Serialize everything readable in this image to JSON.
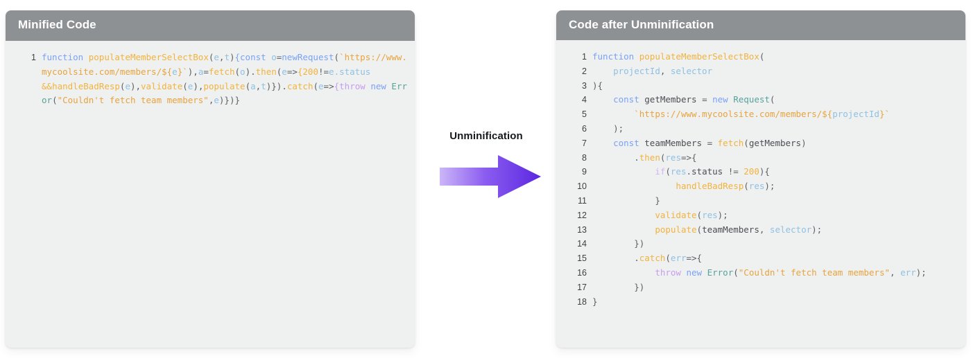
{
  "theme": {
    "panel_header_bg": "#8e9194",
    "panel_body_bg": "#eff0f0",
    "page_bg": "#ffffff",
    "arrow_gradient_from": "#cbb6f7",
    "arrow_gradient_to": "#5a28e0",
    "keyword_color": "#7aa2f7",
    "function_color": "#f2b33d",
    "string_color": "#e8a33d",
    "variable_color": "#8fc1e3",
    "class_color": "#56a39a",
    "throw_color": "#c69df1"
  },
  "left_panel": {
    "title": "Minified Code",
    "line_numbers": [
      "1"
    ],
    "code_plain": "function populateMemberSelectBox(e,t){const o=newRequest(`https://www.mycoolsite.com/members/${e}`),a=fetch(o).then(e=>{200!=e.status&&handleBadResp(e),validate(e),populate(a,t)}).catch(e=>{throw new Error(\"Couldn't fetch team members\",e)})}",
    "tokens": [
      {
        "t": "function",
        "c": "t-kw"
      },
      {
        "t": " ",
        "c": "t-punc"
      },
      {
        "t": "populateMemberSelectBox",
        "c": "t-fn"
      },
      {
        "t": "(",
        "c": "t-punc"
      },
      {
        "t": "e",
        "c": "t-var"
      },
      {
        "t": ",",
        "c": "t-punc"
      },
      {
        "t": "t",
        "c": "t-var"
      },
      {
        "t": ")",
        "c": "t-punc"
      },
      {
        "t": "{",
        "c": "t-kw"
      },
      {
        "t": "const",
        "c": "t-kw"
      },
      {
        "t": " ",
        "c": "t-punc"
      },
      {
        "t": "o",
        "c": "t-var"
      },
      {
        "t": "=",
        "c": "t-punc"
      },
      {
        "t": "newRequest",
        "c": "t-kw"
      },
      {
        "t": "(",
        "c": "t-punc"
      },
      {
        "t": "`https://www.mycoolsite.com/members/$",
        "c": "t-str"
      },
      {
        "t": "{",
        "c": "t-str"
      },
      {
        "t": "e",
        "c": "t-var"
      },
      {
        "t": "}",
        "c": "t-str"
      },
      {
        "t": "`",
        "c": "t-str"
      },
      {
        "t": ")",
        "c": "t-punc"
      },
      {
        "t": ",",
        "c": "t-punc"
      },
      {
        "t": "a",
        "c": "t-var"
      },
      {
        "t": "=",
        "c": "t-punc"
      },
      {
        "t": "fetch",
        "c": "t-fn"
      },
      {
        "t": "(",
        "c": "t-punc"
      },
      {
        "t": "o",
        "c": "t-var"
      },
      {
        "t": ")",
        "c": "t-punc"
      },
      {
        "t": ".",
        "c": "t-punc"
      },
      {
        "t": "then",
        "c": "t-fn"
      },
      {
        "t": "(",
        "c": "t-punc"
      },
      {
        "t": "e",
        "c": "t-var"
      },
      {
        "t": "=>",
        "c": "t-punc"
      },
      {
        "t": "{",
        "c": "t-num"
      },
      {
        "t": "200",
        "c": "t-num"
      },
      {
        "t": "!=",
        "c": "t-punc"
      },
      {
        "t": "e",
        "c": "t-var"
      },
      {
        "t": ".status",
        "c": "t-var"
      },
      {
        "t": "\n",
        "c": "t-punc"
      },
      {
        "t": "&&",
        "c": "t-fn"
      },
      {
        "t": "handleBadResp",
        "c": "t-fn"
      },
      {
        "t": "(",
        "c": "t-punc"
      },
      {
        "t": "e",
        "c": "t-var"
      },
      {
        "t": ")",
        "c": "t-punc"
      },
      {
        "t": ",",
        "c": "t-punc"
      },
      {
        "t": "validate",
        "c": "t-fn"
      },
      {
        "t": "(",
        "c": "t-punc"
      },
      {
        "t": "e",
        "c": "t-var"
      },
      {
        "t": ")",
        "c": "t-punc"
      },
      {
        "t": ",",
        "c": "t-punc"
      },
      {
        "t": "populate",
        "c": "t-fn"
      },
      {
        "t": "(",
        "c": "t-punc"
      },
      {
        "t": "a",
        "c": "t-var"
      },
      {
        "t": ",",
        "c": "t-punc"
      },
      {
        "t": "t",
        "c": "t-var"
      },
      {
        "t": ")}",
        "c": "t-punc"
      },
      {
        "t": ")",
        "c": "t-punc"
      },
      {
        "t": ".",
        "c": "t-punc"
      },
      {
        "t": "catch",
        "c": "t-fn"
      },
      {
        "t": "(",
        "c": "t-punc"
      },
      {
        "t": "e",
        "c": "t-var"
      },
      {
        "t": "=>",
        "c": "t-punc"
      },
      {
        "t": "{",
        "c": "t-thr"
      },
      {
        "t": "throw",
        "c": "t-thr"
      },
      {
        "t": " ",
        "c": "t-punc"
      },
      {
        "t": "new",
        "c": "t-kw"
      },
      {
        "t": " ",
        "c": "t-punc"
      },
      {
        "t": "Error",
        "c": "t-cls"
      },
      {
        "t": "(",
        "c": "t-punc"
      },
      {
        "t": "\"Couldn't fetch team members\"",
        "c": "t-str"
      },
      {
        "t": ",",
        "c": "t-punc"
      },
      {
        "t": "e",
        "c": "t-var"
      },
      {
        "t": ")})}",
        "c": "t-punc"
      }
    ]
  },
  "right_panel": {
    "title": "Code after Unminification",
    "lines": [
      {
        "n": "1",
        "tokens": [
          {
            "t": "function",
            "c": "t-kw"
          },
          {
            "t": " ",
            "c": "t-punc"
          },
          {
            "t": "populateMemberSelectBox",
            "c": "t-fn"
          },
          {
            "t": "(",
            "c": "t-punc"
          }
        ]
      },
      {
        "n": "2",
        "tokens": [
          {
            "t": "    ",
            "c": "t-punc"
          },
          {
            "t": "projectId",
            "c": "t-var"
          },
          {
            "t": ",",
            "c": "t-punc"
          },
          {
            "t": " ",
            "c": "t-punc"
          },
          {
            "t": "selector",
            "c": "t-var"
          }
        ]
      },
      {
        "n": "3",
        "tokens": [
          {
            "t": "){",
            "c": "t-punc"
          }
        ]
      },
      {
        "n": "4",
        "tokens": [
          {
            "t": "    ",
            "c": "t-punc"
          },
          {
            "t": "const",
            "c": "t-kw"
          },
          {
            "t": " ",
            "c": "t-punc"
          },
          {
            "t": "getMembers",
            "c": "t-plain"
          },
          {
            "t": " = ",
            "c": "t-punc"
          },
          {
            "t": "new",
            "c": "t-kw"
          },
          {
            "t": " ",
            "c": "t-punc"
          },
          {
            "t": "Request",
            "c": "t-cls"
          },
          {
            "t": "(",
            "c": "t-punc"
          }
        ]
      },
      {
        "n": "5",
        "tokens": [
          {
            "t": "        ",
            "c": "t-punc"
          },
          {
            "t": "`https://www.mycoolsite.com/members/$",
            "c": "t-str"
          },
          {
            "t": "{",
            "c": "t-str"
          },
          {
            "t": "projectId",
            "c": "t-var"
          },
          {
            "t": "}",
            "c": "t-str"
          },
          {
            "t": "`",
            "c": "t-str"
          }
        ]
      },
      {
        "n": "6",
        "tokens": [
          {
            "t": "    ",
            "c": "t-punc"
          },
          {
            "t": ");",
            "c": "t-punc"
          }
        ]
      },
      {
        "n": "7",
        "tokens": [
          {
            "t": "    ",
            "c": "t-punc"
          },
          {
            "t": "const",
            "c": "t-kw"
          },
          {
            "t": " ",
            "c": "t-punc"
          },
          {
            "t": "teamMembers",
            "c": "t-plain"
          },
          {
            "t": " = ",
            "c": "t-punc"
          },
          {
            "t": "fetch",
            "c": "t-fn"
          },
          {
            "t": "(",
            "c": "t-punc"
          },
          {
            "t": "getMembers",
            "c": "t-plain"
          },
          {
            "t": ")",
            "c": "t-punc"
          }
        ]
      },
      {
        "n": "8",
        "tokens": [
          {
            "t": "        ",
            "c": "t-punc"
          },
          {
            "t": ".",
            "c": "t-punc"
          },
          {
            "t": "then",
            "c": "t-fn"
          },
          {
            "t": "(",
            "c": "t-punc"
          },
          {
            "t": "res",
            "c": "t-var"
          },
          {
            "t": "=>{",
            "c": "t-punc"
          }
        ]
      },
      {
        "n": "9",
        "tokens": [
          {
            "t": "            ",
            "c": "t-punc"
          },
          {
            "t": "if",
            "c": "t-if"
          },
          {
            "t": "(",
            "c": "t-punc"
          },
          {
            "t": "res",
            "c": "t-var"
          },
          {
            "t": ".",
            "c": "t-punc"
          },
          {
            "t": "status",
            "c": "t-plain"
          },
          {
            "t": " != ",
            "c": "t-punc"
          },
          {
            "t": "200",
            "c": "t-num"
          },
          {
            "t": "){",
            "c": "t-punc"
          }
        ]
      },
      {
        "n": "10",
        "tokens": [
          {
            "t": "                ",
            "c": "t-punc"
          },
          {
            "t": "handleBadResp",
            "c": "t-fn"
          },
          {
            "t": "(",
            "c": "t-punc"
          },
          {
            "t": "res",
            "c": "t-var"
          },
          {
            "t": ");",
            "c": "t-punc"
          }
        ]
      },
      {
        "n": "11",
        "tokens": [
          {
            "t": "            ",
            "c": "t-punc"
          },
          {
            "t": "}",
            "c": "t-punc"
          }
        ]
      },
      {
        "n": "12",
        "tokens": [
          {
            "t": "            ",
            "c": "t-punc"
          },
          {
            "t": "validate",
            "c": "t-fn"
          },
          {
            "t": "(",
            "c": "t-punc"
          },
          {
            "t": "res",
            "c": "t-var"
          },
          {
            "t": ");",
            "c": "t-punc"
          }
        ]
      },
      {
        "n": "13",
        "tokens": [
          {
            "t": "            ",
            "c": "t-punc"
          },
          {
            "t": "populate",
            "c": "t-fn"
          },
          {
            "t": "(",
            "c": "t-punc"
          },
          {
            "t": "teamMembers",
            "c": "t-plain"
          },
          {
            "t": ",",
            "c": "t-punc"
          },
          {
            "t": " ",
            "c": "t-punc"
          },
          {
            "t": "selector",
            "c": "t-var"
          },
          {
            "t": ");",
            "c": "t-punc"
          }
        ]
      },
      {
        "n": "14",
        "tokens": [
          {
            "t": "        ",
            "c": "t-punc"
          },
          {
            "t": "})",
            "c": "t-punc"
          }
        ]
      },
      {
        "n": "15",
        "tokens": [
          {
            "t": "        ",
            "c": "t-punc"
          },
          {
            "t": ".",
            "c": "t-punc"
          },
          {
            "t": "catch",
            "c": "t-fn"
          },
          {
            "t": "(",
            "c": "t-punc"
          },
          {
            "t": "err",
            "c": "t-var"
          },
          {
            "t": "=>{",
            "c": "t-punc"
          }
        ]
      },
      {
        "n": "16",
        "tokens": [
          {
            "t": "            ",
            "c": "t-punc"
          },
          {
            "t": "throw",
            "c": "t-thr"
          },
          {
            "t": " ",
            "c": "t-punc"
          },
          {
            "t": "new",
            "c": "t-kw"
          },
          {
            "t": " ",
            "c": "t-punc"
          },
          {
            "t": "Error",
            "c": "t-cls"
          },
          {
            "t": "(",
            "c": "t-punc"
          },
          {
            "t": "\"Couldn't fetch team members\"",
            "c": "t-str"
          },
          {
            "t": ",",
            "c": "t-punc"
          },
          {
            "t": " ",
            "c": "t-punc"
          },
          {
            "t": "err",
            "c": "t-var"
          },
          {
            "t": ");",
            "c": "t-punc"
          }
        ]
      },
      {
        "n": "17",
        "tokens": [
          {
            "t": "        ",
            "c": "t-punc"
          },
          {
            "t": "})",
            "c": "t-punc"
          }
        ]
      },
      {
        "n": "18",
        "tokens": [
          {
            "t": "}",
            "c": "t-punc"
          }
        ]
      }
    ]
  },
  "middle": {
    "label": "Unminification",
    "arrow_icon": "right-arrow-icon"
  }
}
